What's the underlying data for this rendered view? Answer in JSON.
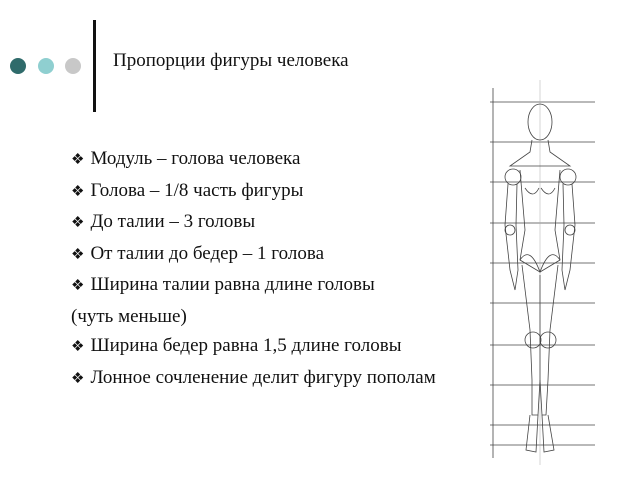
{
  "title": "Пропорции фигуры человека",
  "decor_colors": [
    "#2f6b6b",
    "#8fcfd0",
    "#c8c8c8"
  ],
  "bullet_icon": "❖",
  "bullets": [
    "Модуль – голова человека",
    "Голова – 1/8 часть фигуры",
    "До талии – 3 головы",
    "От талии до бедер – 1 голова",
    "Ширина талии равна длине головы (чуть меньше)",
    "Ширина бедер равна 1,5 длине головы",
    "Лонное сочленение делит фигуру пополам"
  ]
}
